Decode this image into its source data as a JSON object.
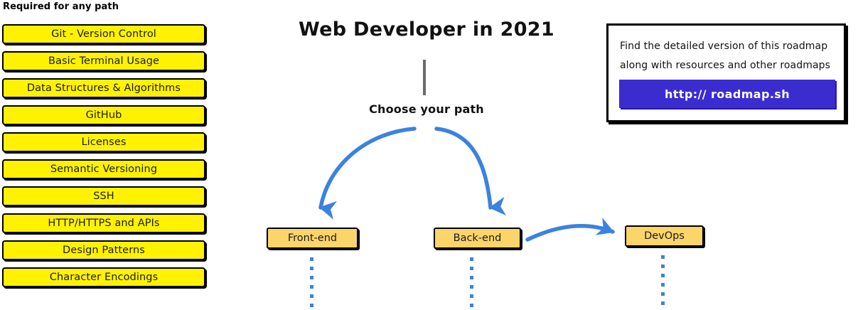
{
  "page": {
    "title": "Web Developer in 2021",
    "branch_prompt": "Choose your path"
  },
  "required_section": {
    "heading": "Required for any path",
    "items": [
      {
        "label": "Git - Version Control"
      },
      {
        "label": "Basic Terminal Usage"
      },
      {
        "label": "Data Structures & Algorithms"
      },
      {
        "label": "GitHub"
      },
      {
        "label": "Licenses"
      },
      {
        "label": "Semantic Versioning"
      },
      {
        "label": "SSH"
      },
      {
        "label": "HTTP/HTTPS and APIs"
      },
      {
        "label": "Design Patterns"
      },
      {
        "label": "Character Encodings"
      }
    ]
  },
  "paths": [
    {
      "label": "Front-end"
    },
    {
      "label": "Back-end"
    },
    {
      "label": "DevOps"
    }
  ],
  "info_box": {
    "line1": "Find the detailed version of this roadmap",
    "line2": "along with resources and other roadmaps",
    "link_label": "http:// roadmap.sh"
  },
  "colors": {
    "required_box_fill": "#FFF200",
    "path_node_fill": "#FBD46A",
    "arrow_blue": "#3B82E0",
    "link_button": "#3B2CD0",
    "stroke_black": "#000000",
    "stem_gray": "#6B6B6B"
  }
}
